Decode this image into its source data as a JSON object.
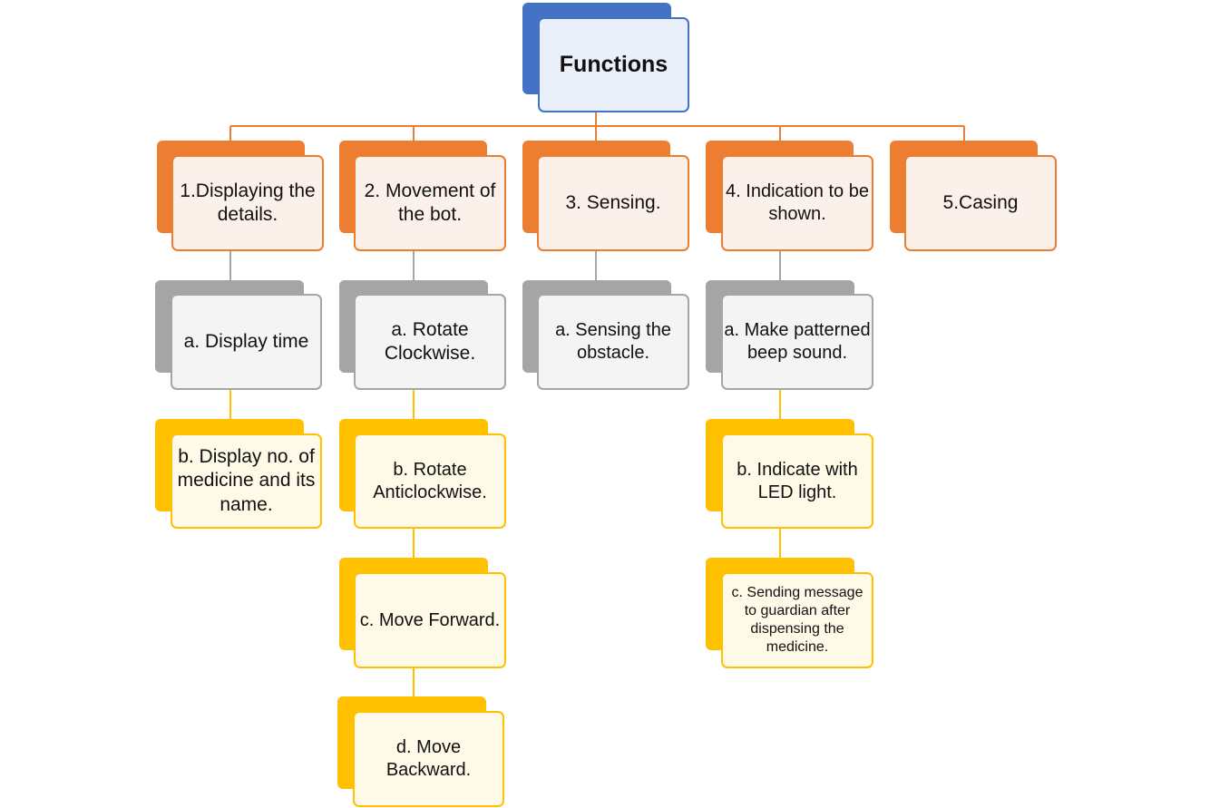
{
  "colors": {
    "root_accent": "#4472c4",
    "level1_accent": "#ed7d31",
    "gray_accent": "#a5a5a5",
    "gold_accent": "#ffc000"
  },
  "root": {
    "label": "Functions"
  },
  "categories": [
    {
      "label": "1.Displaying the details.",
      "children": [
        {
          "label": "a. Display time",
          "color": "gray"
        },
        {
          "label": "b. Display no. of medicine and its name.",
          "color": "gold"
        }
      ]
    },
    {
      "label": "2. Movement of the bot.",
      "children": [
        {
          "label": "a. Rotate Clockwise.",
          "color": "gray"
        },
        {
          "label": "b. Rotate Anticlockwise.",
          "color": "gold"
        },
        {
          "label": "c. Move Forward.",
          "color": "gold"
        },
        {
          "label": "d. Move Backward.",
          "color": "gold"
        }
      ]
    },
    {
      "label": "3. Sensing.",
      "children": [
        {
          "label": "a. Sensing the obstacle.",
          "color": "gray"
        }
      ]
    },
    {
      "label": "4. Indication to be shown.",
      "children": [
        {
          "label": "a. Make patterned beep sound.",
          "color": "gray"
        },
        {
          "label": "b. Indicate with LED light.",
          "color": "gold"
        },
        {
          "label": "c. Sending message to guardian after dispensing the medicine.",
          "color": "gold"
        }
      ]
    },
    {
      "label": "5.Casing",
      "children": []
    }
  ]
}
